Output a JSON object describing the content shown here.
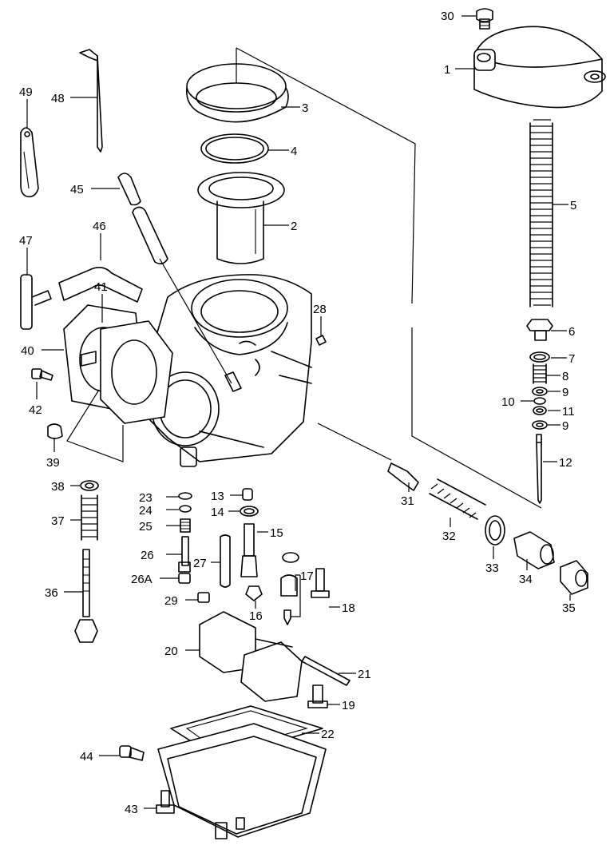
{
  "diagram": {
    "callouts": [
      {
        "id": "30",
        "text": "30"
      },
      {
        "id": "1",
        "text": "1"
      },
      {
        "id": "49",
        "text": "49"
      },
      {
        "id": "48",
        "text": "48"
      },
      {
        "id": "3",
        "text": "3"
      },
      {
        "id": "4",
        "text": "4"
      },
      {
        "id": "45",
        "text": "45"
      },
      {
        "id": "5",
        "text": "5"
      },
      {
        "id": "2",
        "text": "2"
      },
      {
        "id": "47",
        "text": "47"
      },
      {
        "id": "46",
        "text": "46"
      },
      {
        "id": "41",
        "text": "41"
      },
      {
        "id": "28",
        "text": "28"
      },
      {
        "id": "6",
        "text": "6"
      },
      {
        "id": "40",
        "text": "40"
      },
      {
        "id": "7",
        "text": "7"
      },
      {
        "id": "8",
        "text": "8"
      },
      {
        "id": "42",
        "text": "42"
      },
      {
        "id": "9a",
        "text": "9"
      },
      {
        "id": "10",
        "text": "10"
      },
      {
        "id": "11",
        "text": "11"
      },
      {
        "id": "9b",
        "text": "9"
      },
      {
        "id": "39",
        "text": "39"
      },
      {
        "id": "12",
        "text": "12"
      },
      {
        "id": "38",
        "text": "38"
      },
      {
        "id": "31",
        "text": "31"
      },
      {
        "id": "23",
        "text": "23"
      },
      {
        "id": "13",
        "text": "13"
      },
      {
        "id": "24",
        "text": "24"
      },
      {
        "id": "14",
        "text": "14"
      },
      {
        "id": "37",
        "text": "37"
      },
      {
        "id": "25",
        "text": "25"
      },
      {
        "id": "15",
        "text": "15"
      },
      {
        "id": "32",
        "text": "32"
      },
      {
        "id": "26",
        "text": "26"
      },
      {
        "id": "27",
        "text": "27"
      },
      {
        "id": "33",
        "text": "33"
      },
      {
        "id": "34",
        "text": "34"
      },
      {
        "id": "17",
        "text": "17"
      },
      {
        "id": "26A",
        "text": "26A"
      },
      {
        "id": "36",
        "text": "36"
      },
      {
        "id": "29",
        "text": "29"
      },
      {
        "id": "16",
        "text": "16"
      },
      {
        "id": "18",
        "text": "18"
      },
      {
        "id": "35",
        "text": "35"
      },
      {
        "id": "20",
        "text": "20"
      },
      {
        "id": "21",
        "text": "21"
      },
      {
        "id": "19",
        "text": "19"
      },
      {
        "id": "22",
        "text": "22"
      },
      {
        "id": "44",
        "text": "44"
      },
      {
        "id": "43",
        "text": "43"
      }
    ]
  }
}
